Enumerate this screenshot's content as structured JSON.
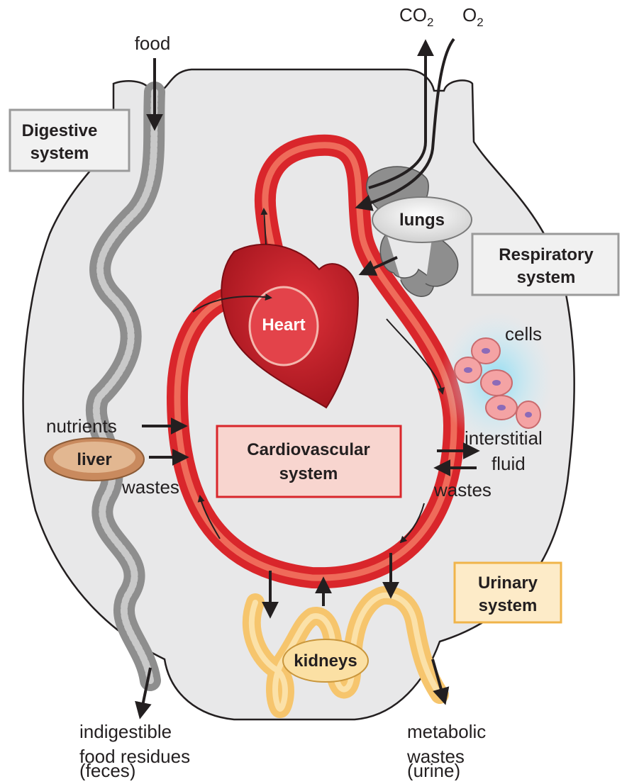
{
  "gases": {
    "co2": "CO",
    "co2_sub": "2",
    "o2": "O",
    "o2_sub": "2"
  },
  "labels": {
    "food": "food",
    "nutrients": "nutrients",
    "wastes_left": "wastes",
    "wastes_right": "wastes",
    "cells": "cells",
    "interstitial": "interstitial",
    "fluid": "fluid",
    "residues_1": "indigestible",
    "residues_2": "food residues",
    "residues_3": "(feces)",
    "metabolic_1": "metabolic",
    "metabolic_2": "wastes",
    "metabolic_3": "(urine)"
  },
  "organs": {
    "heart": "Heart",
    "lungs": "lungs",
    "liver": "liver",
    "kidneys": "kidneys"
  },
  "systems": {
    "digestive_1": "Digestive",
    "digestive_2": "system",
    "respiratory_1": "Respiratory",
    "respiratory_2": "system",
    "cardiovascular_1": "Cardiovascular",
    "cardiovascular_2": "system",
    "urinary_1": "Urinary",
    "urinary_2": "system"
  },
  "colors": {
    "vessel": "#d9262b",
    "vessel_light": "#ef6b5a",
    "heart": "#c01d26",
    "gut": "#8e8e8e",
    "kidney": "#f6c56d",
    "body_fill": "#e8e8e9",
    "cardio_box": "#f8d5cf",
    "urinary_box": "#fdebc8",
    "liver": "#c98a5e"
  }
}
